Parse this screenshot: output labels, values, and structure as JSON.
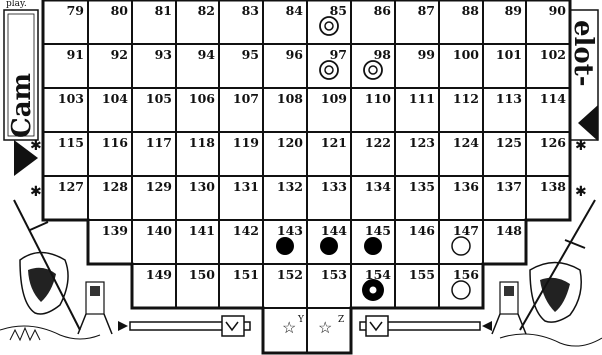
{
  "header_fragment": "play.",
  "left_title": "Cam",
  "right_title": "elot-",
  "rows": [
    [
      "79",
      "80",
      "81",
      "82",
      "83",
      "84",
      "85",
      "86",
      "87",
      "88",
      "89",
      "90"
    ],
    [
      "91",
      "92",
      "93",
      "94",
      "95",
      "96",
      "97",
      "98",
      "99",
      "100",
      "101",
      "102"
    ],
    [
      "103",
      "104",
      "105",
      "106",
      "107",
      "108",
      "109",
      "110",
      "111",
      "112",
      "113",
      "114"
    ],
    [
      "115",
      "116",
      "117",
      "118",
      "119",
      "120",
      "121",
      "122",
      "123",
      "124",
      "125",
      "126"
    ],
    [
      "127",
      "128",
      "129",
      "130",
      "131",
      "132",
      "133",
      "134",
      "135",
      "136",
      "137",
      "138"
    ],
    [
      "",
      "139",
      "140",
      "141",
      "142",
      "143",
      "144",
      "145",
      "146",
      "147",
      "148",
      ""
    ],
    [
      "",
      "",
      "149",
      "150",
      "151",
      "152",
      "153",
      "154",
      "155",
      "156",
      "",
      ""
    ],
    [
      "",
      "",
      "",
      "",
      "",
      "",
      "",
      "",
      "",
      "",
      "",
      ""
    ]
  ],
  "castle_labels": {
    "left": "Y",
    "right": "Z"
  },
  "pieces": [
    {
      "cell": "85",
      "kind": "white-knight"
    },
    {
      "cell": "97",
      "kind": "white-knight"
    },
    {
      "cell": "98",
      "kind": "white-knight"
    },
    {
      "cell": "147",
      "kind": "white-man"
    },
    {
      "cell": "156",
      "kind": "white-man"
    },
    {
      "cell": "143",
      "kind": "black-man"
    },
    {
      "cell": "144",
      "kind": "black-man"
    },
    {
      "cell": "145",
      "kind": "black-man"
    },
    {
      "cell": "154",
      "kind": "black-knight"
    }
  ]
}
